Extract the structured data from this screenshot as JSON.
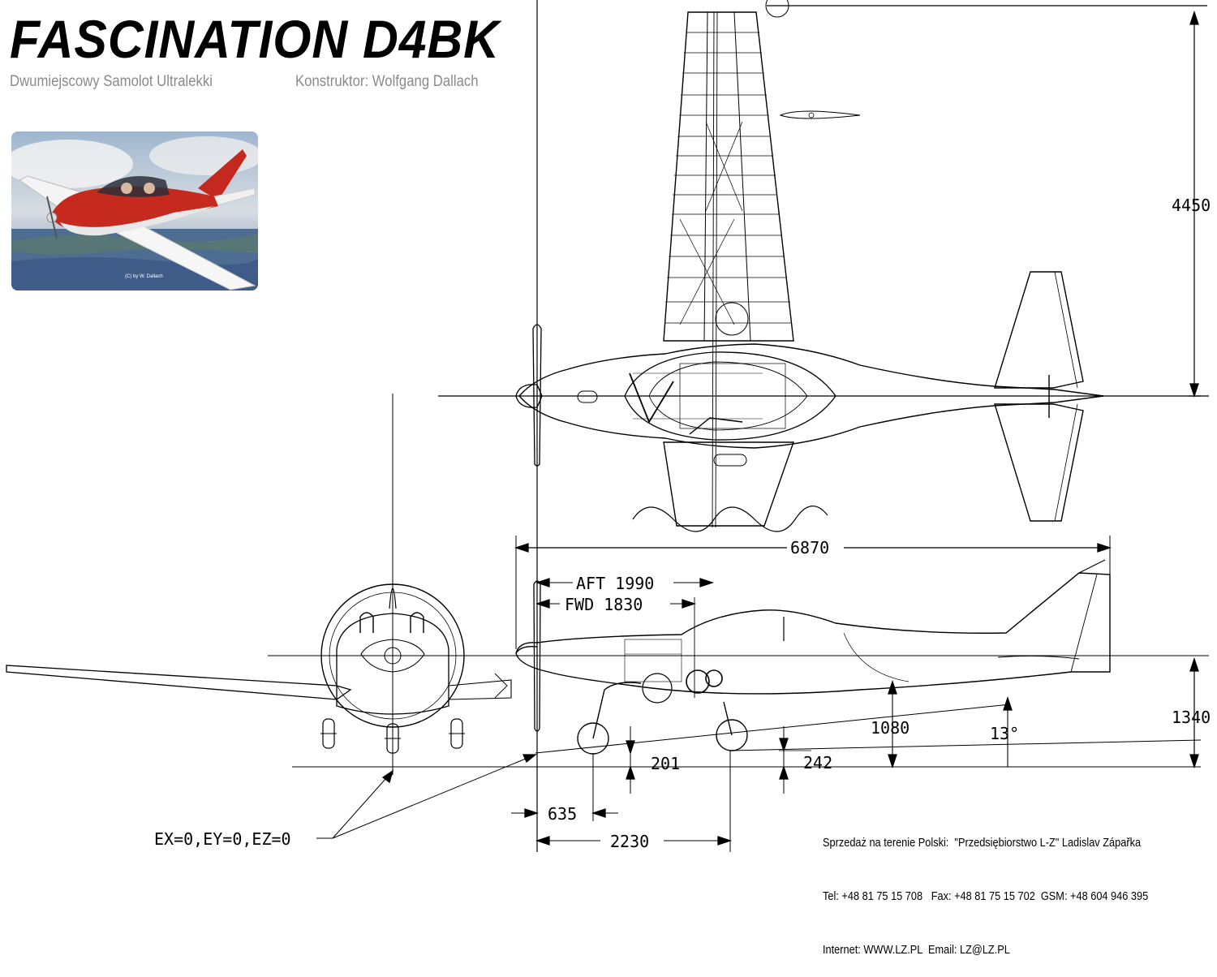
{
  "header": {
    "title": "FASCINATION D4BK",
    "subtitle_left": "Dwumiejscowy Samolot Ultralekki",
    "subtitle_right": "Konstruktor: Wolfgang Dallach"
  },
  "photo": {
    "copyright": "(C) by W. Dallach"
  },
  "dimensions": {
    "span": "4450",
    "length": "6870",
    "aft": "AFT 1990",
    "fwd": "FWD 1830",
    "height": "1340",
    "gear_height": "1080",
    "tail_angle": "13°",
    "dim_201": "201",
    "dim_242": "242",
    "dim_635": "635",
    "dim_2230": "2230",
    "datum": "EX=0,EY=0,EZ=0"
  },
  "contact": {
    "line1": "Sprzedaż na terenie Polski:  \"Przedsiębiorstwo L-Z\" Ladislav Zápařka",
    "line2": "Tel: +48 81 75 15 708   Fax: +48 81 75 15 702  GSM: +48 604 946 395",
    "line3": "Internet: WWW.LZ.PL  Email: LZ@LZ.PL"
  }
}
